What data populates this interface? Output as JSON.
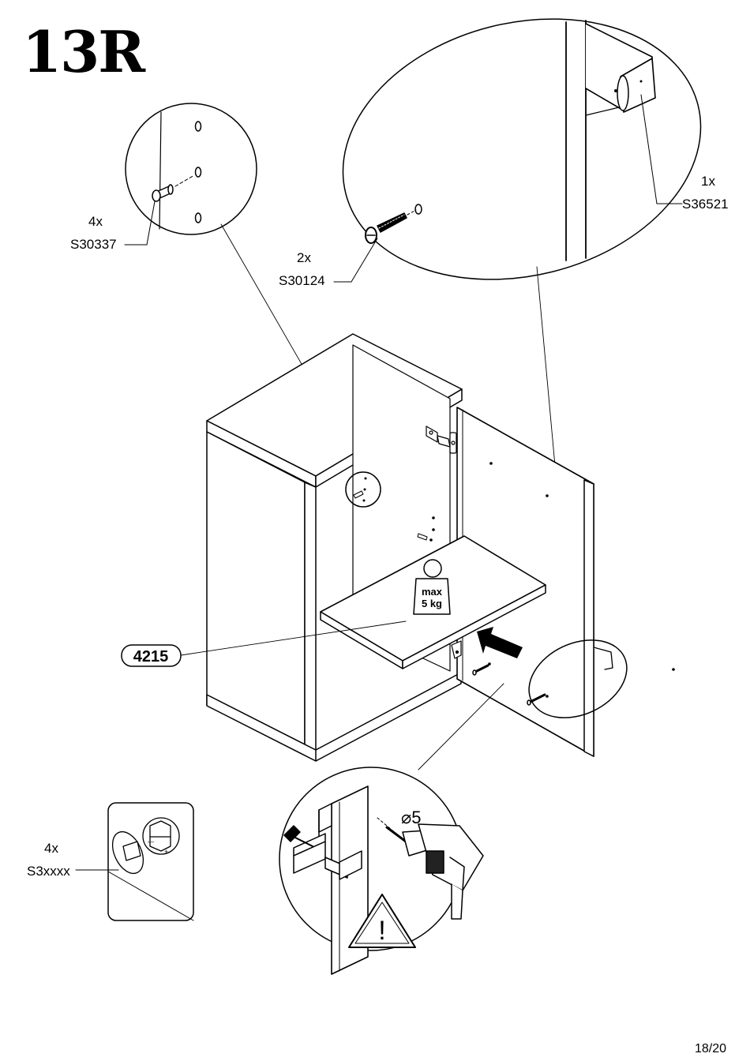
{
  "step": {
    "label": "13R"
  },
  "parts": [
    {
      "qty": "4x",
      "code": "S30337"
    },
    {
      "qty": "2x",
      "code": "S30124"
    },
    {
      "qty": "1x",
      "code": "S36521"
    },
    {
      "qty": "4x",
      "code": "S3xxxx"
    }
  ],
  "shelf_part": {
    "code": "4215"
  },
  "weight": {
    "line1": "max",
    "line2": "5 kg"
  },
  "drill": {
    "diameter": "⌀5"
  },
  "warning": {
    "symbol": "!"
  },
  "page": {
    "number": "18/20"
  }
}
